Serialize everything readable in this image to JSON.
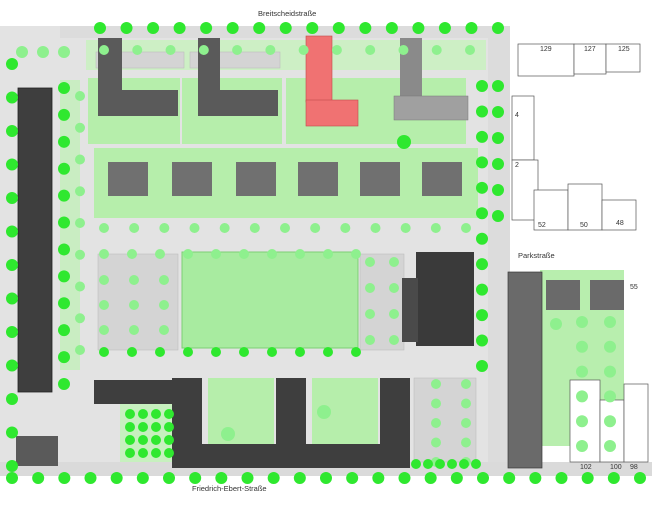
{
  "streets": {
    "north": "Breitscheidstraße",
    "east": "Parkstraße",
    "south": "Friedrich-Ebert-Straße"
  },
  "house_numbers": {
    "top_right": [
      "129",
      "127",
      "125"
    ],
    "right_side": [
      "4",
      "2"
    ],
    "right_lower": [
      "52",
      "50",
      "48"
    ],
    "parkstrasse_block": "55",
    "bottom_right": [
      "102",
      "100",
      "98"
    ]
  },
  "colors": {
    "green_area": "#b6eeab",
    "tree": "#2fe82f",
    "tree_light": "#8ef08e",
    "building": "#4a4a4a",
    "building_dark": "#3a3a3a",
    "building_roof": "#8a8a8a",
    "highlight_building": "#f07272",
    "road": "#e6e6e6",
    "paved": "#d4d4d4"
  }
}
